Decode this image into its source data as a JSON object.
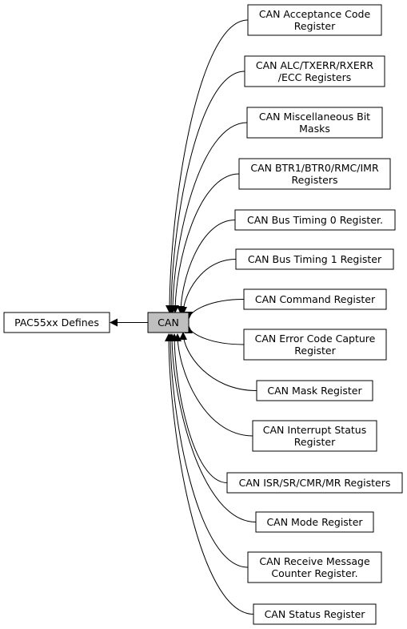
{
  "nodes": {
    "parent": {
      "label": "PAC55xx Defines"
    },
    "center": {
      "label": "CAN",
      "fill": "#bfbfbf"
    },
    "children": [
      {
        "id": "acceptance-code",
        "lines": [
          "CAN Acceptance Code",
          "Register"
        ]
      },
      {
        "id": "alc-txerr-rxerr-ecc",
        "lines": [
          "CAN ALC/TXERR/RXERR",
          "/ECC Registers"
        ]
      },
      {
        "id": "misc-bit-masks",
        "lines": [
          "CAN Miscellaneous Bit",
          "Masks"
        ]
      },
      {
        "id": "btr1-btr0-rmc-imr",
        "lines": [
          "CAN BTR1/BTR0/RMC/IMR",
          "Registers"
        ]
      },
      {
        "id": "bus-timing-0",
        "lines": [
          "CAN Bus Timing 0 Register."
        ]
      },
      {
        "id": "bus-timing-1",
        "lines": [
          "CAN Bus Timing 1 Register"
        ]
      },
      {
        "id": "command",
        "lines": [
          "CAN Command Register"
        ]
      },
      {
        "id": "error-code-capture",
        "lines": [
          "CAN Error Code Capture",
          "Register"
        ]
      },
      {
        "id": "mask",
        "lines": [
          "CAN Mask Register"
        ]
      },
      {
        "id": "interrupt-status",
        "lines": [
          "CAN Interrupt Status",
          "Register"
        ]
      },
      {
        "id": "isr-sr-cmr-mr",
        "lines": [
          "CAN ISR/SR/CMR/MR Registers"
        ]
      },
      {
        "id": "mode",
        "lines": [
          "CAN Mode Register"
        ]
      },
      {
        "id": "receive-message-counter",
        "lines": [
          "CAN Receive Message",
          "Counter Register."
        ]
      },
      {
        "id": "status",
        "lines": [
          "CAN Status Register"
        ]
      }
    ]
  }
}
